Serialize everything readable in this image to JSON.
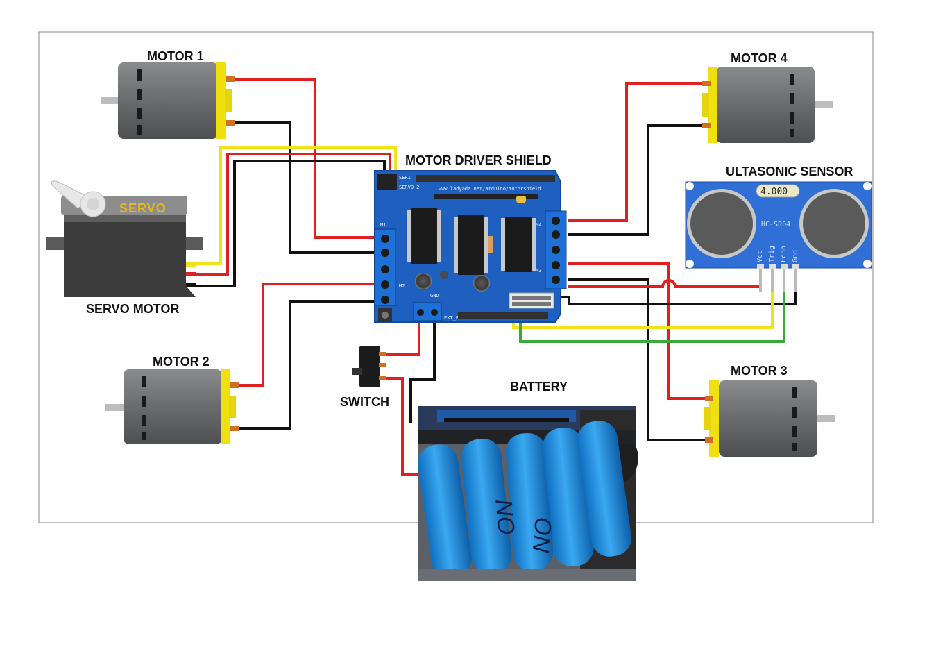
{
  "labels": {
    "motor1": "MOTOR 1",
    "motor2": "MOTOR 2",
    "motor3": "MOTOR 3",
    "motor4": "MOTOR 4",
    "servo_motor": "SERVO MOTOR",
    "servo_body": "SERVO",
    "motor_driver_shield": "MOTOR DRIVER SHIELD",
    "ultrasonic_sensor": "ULTASONIC SENSOR",
    "sensor_display": "4.000",
    "sensor_model": "HC-SR04",
    "switch": "SWITCH",
    "battery": "BATTERY"
  },
  "shield_silkscreen": {
    "m1": "M1",
    "m2": "M2",
    "m3": "M3",
    "m4": "M4",
    "gnd": "GND",
    "ext_pwr": "EXT_PWR",
    "url": "www.ladyada.net/arduino/motorshield",
    "ser1": "SER1",
    "servo2": "SERVO_2"
  },
  "sensor_pins": [
    "Vcc",
    "Trig",
    "Echo",
    "Gnd"
  ],
  "battery_cell_marks": [
    "ON",
    "ON"
  ],
  "colors": {
    "wire_red": "#e02020",
    "wire_black": "#111111",
    "wire_yellow": "#f2e21a",
    "wire_green": "#3aa83a",
    "motor_body": "#6f7072",
    "motor_cap": "#f0e010",
    "shield_blue": "#1f5fbf",
    "sensor_blue": "#2f6fd6",
    "battery_cell": "#1d8fe0"
  }
}
